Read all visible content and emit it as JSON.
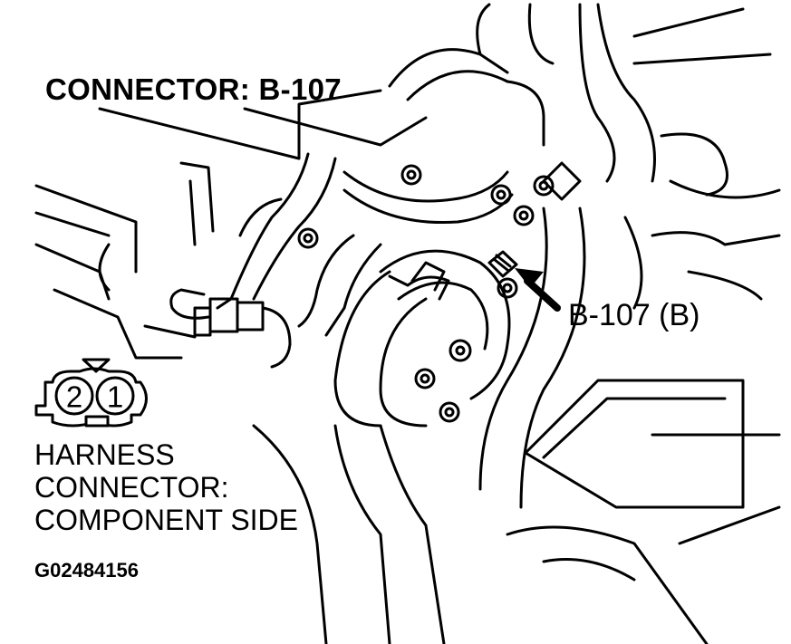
{
  "diagram": {
    "title": "CONNECTOR: B-107",
    "callout_label": "B-107 (B)",
    "harness_caption": [
      "HARNESS",
      "CONNECTOR:",
      "COMPONENT SIDE"
    ],
    "connector_pins": [
      "2",
      "1"
    ],
    "figure_id": "G02484156"
  },
  "colors": {
    "ink": "#000000",
    "paper": "#ffffff"
  },
  "icons": {
    "pointer": "arrow-icon",
    "connector": "connector-face-icon"
  }
}
